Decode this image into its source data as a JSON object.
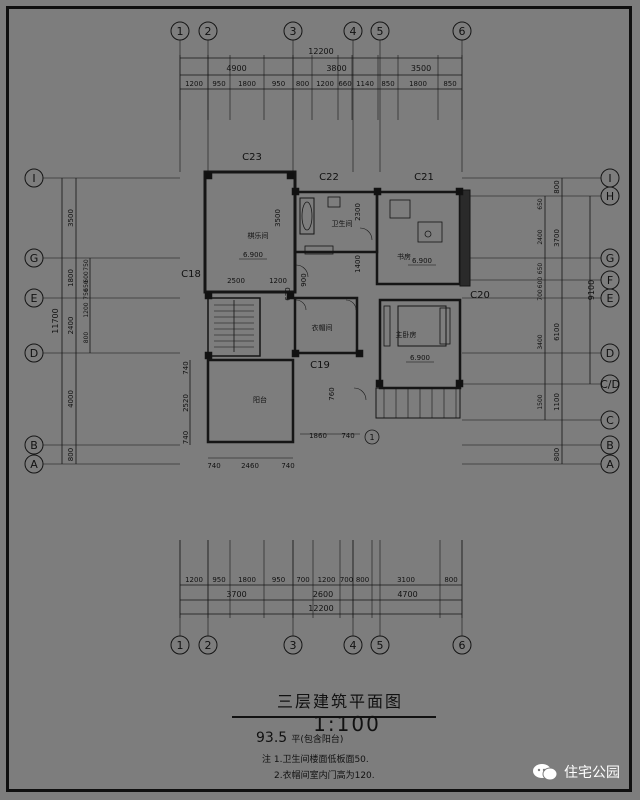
{
  "drawing": {
    "grid_cols": [
      "1",
      "2",
      "3",
      "4",
      "5",
      "6"
    ],
    "grid_rows": [
      "I",
      "H",
      "G",
      "F",
      "E",
      "D",
      "C/D",
      "C",
      "B",
      "A"
    ],
    "dims_top_total": "12200",
    "dims_top_mid": [
      "4900",
      "3800",
      "3500"
    ],
    "dims_top_fine": [
      "1200",
      "950",
      "1800",
      "950",
      "800",
      "1200",
      "660",
      "1140",
      "850",
      "1800",
      "850"
    ],
    "dims_bottom_fine": [
      "1200",
      "950",
      "1800",
      "950",
      "700",
      "1200",
      "700",
      "800",
      "3100",
      "800"
    ],
    "dims_bottom_mid": [
      "3700",
      "2600",
      "4700"
    ],
    "dims_bottom_total": "12200",
    "dims_left_outer": "11700",
    "dims_left": [
      "3500",
      "1800",
      "2400",
      "4000",
      "800"
    ],
    "dims_left_fine": [
      "750",
      "600",
      "650",
      "750",
      "1200",
      "800",
      "740",
      "2520",
      "740"
    ],
    "dims_right_outer": "9100",
    "dims_right_mid": [
      "800",
      "3700",
      "6100",
      "1100",
      "800"
    ],
    "dims_right_inner": [
      "650",
      "2400",
      "650",
      "600",
      "700",
      "3400",
      "1500"
    ],
    "window_tags": [
      "C23",
      "C22",
      "C21",
      "C18",
      "C20",
      "C19"
    ],
    "rooms": [
      "棋乐间",
      "卫生间",
      "书房",
      "主卧房",
      "衣帽间",
      "阳台"
    ],
    "levels": [
      "6.900",
      "6.900",
      "6.900"
    ],
    "inner_dims": [
      "3500",
      "2300",
      "1400",
      "2500",
      "1200",
      "900",
      "670",
      "760",
      "1860",
      "740",
      "740",
      "2460",
      "740"
    ],
    "section_mark": "1"
  },
  "caption": {
    "title": "三层建筑平面图",
    "scale": "1:100",
    "area_value": "93.5",
    "area_unit": "平(包含阳台)",
    "note1": "注  1.卫生间楼面低板面50.",
    "note2": "2.衣帽间室内门高为120."
  },
  "watermark": {
    "text": "住宅公园"
  }
}
